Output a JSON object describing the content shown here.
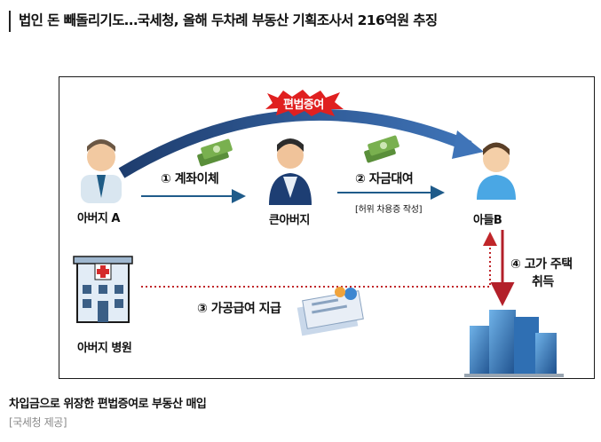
{
  "article": {
    "headline": "법인 돈 빼돌리기도…국세청, 올해 두차례 부동산 기획조사서 216억원 추징",
    "caption": "차입금으로 위장한 편법증여로 부동산 매입",
    "credit": "[국세청 제공]"
  },
  "figure": {
    "illegal_gift_label": "편법증여",
    "people": {
      "father": "아버지 A",
      "uncle": "큰아버지",
      "son": "아들B",
      "hospital": "아버지 병원"
    },
    "steps": {
      "transfer": "① 계좌이체",
      "loan": "② 자금대여",
      "loan_note": "[허위 차용증 작성]",
      "fake_salary": "③ 가공급여 지급",
      "buy_house_line1": "④ 고가 주택",
      "buy_house_line2": "취득"
    },
    "colors": {
      "arc": "#2a4f86",
      "arrow": "#1f5b8a",
      "dotted": "#c0262a",
      "house_arrow": "#b3202a",
      "starburst": "#e02020",
      "starburst_text": "#ffffff"
    }
  }
}
